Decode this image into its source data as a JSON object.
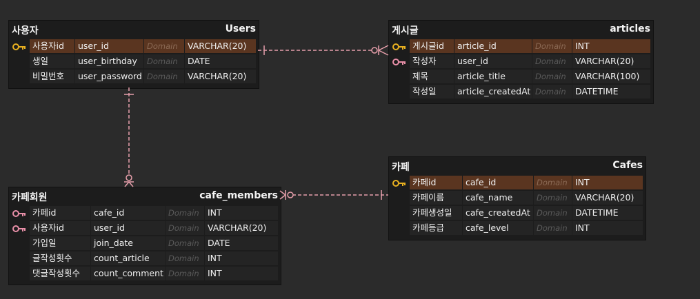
{
  "entities": {
    "users": {
      "logical_name": "사용자",
      "physical_name": "Users",
      "columns": [
        {
          "logical": "사용자id",
          "physical": "user_id",
          "domain": "Domain",
          "type": "VARCHAR(20)",
          "key": "pk"
        },
        {
          "logical": "생일",
          "physical": "user_birthday",
          "domain": "Domain",
          "type": "DATE",
          "key": ""
        },
        {
          "logical": "비밀번호",
          "physical": "user_password",
          "domain": "Domain",
          "type": "VARCHAR(20)",
          "key": ""
        }
      ]
    },
    "articles": {
      "logical_name": "게시글",
      "physical_name": "articles",
      "columns": [
        {
          "logical": "게시글id",
          "physical": "article_id",
          "domain": "Domain",
          "type": "INT",
          "key": "pk"
        },
        {
          "logical": "작성자",
          "physical": "user_id",
          "domain": "Domain",
          "type": "VARCHAR(20)",
          "key": "fk"
        },
        {
          "logical": "제목",
          "physical": "article_title",
          "domain": "Domain",
          "type": "VARCHAR(100)",
          "key": ""
        },
        {
          "logical": "작성일",
          "physical": "article_createdAt",
          "domain": "Domain",
          "type": "DATETIME",
          "key": ""
        }
      ]
    },
    "cafes": {
      "logical_name": "카페",
      "physical_name": "Cafes",
      "columns": [
        {
          "logical": "카페id",
          "physical": "cafe_id",
          "domain": "Domain",
          "type": "INT",
          "key": "pk"
        },
        {
          "logical": "카페이름",
          "physical": "cafe_name",
          "domain": "Domain",
          "type": "VARCHAR(20)",
          "key": ""
        },
        {
          "logical": "카페생성일",
          "physical": "cafe_createdAt",
          "domain": "Domain",
          "type": "DATETIME",
          "key": ""
        },
        {
          "logical": "카페등급",
          "physical": "cafe_level",
          "domain": "Domain",
          "type": "INT",
          "key": ""
        }
      ]
    },
    "cafe_members": {
      "logical_name": "카페회원",
      "physical_name": "cafe_members",
      "columns": [
        {
          "logical": "카페id",
          "physical": "cafe_id",
          "domain": "Domain",
          "type": "INT",
          "key": "fk"
        },
        {
          "logical": "사용자id",
          "physical": "user_id",
          "domain": "Domain",
          "type": "VARCHAR(20)",
          "key": "fk"
        },
        {
          "logical": "가입일",
          "physical": "join_date",
          "domain": "Domain",
          "type": "DATE",
          "key": ""
        },
        {
          "logical": "글작성횟수",
          "physical": "count_article",
          "domain": "Domain",
          "type": "INT",
          "key": ""
        },
        {
          "logical": "댓글작성횟수",
          "physical": "count_comment",
          "domain": "Domain",
          "type": "INT",
          "key": ""
        }
      ]
    }
  },
  "relationships": [
    {
      "from": "users",
      "to": "articles",
      "notation": "one-to-zero-or-many"
    },
    {
      "from": "users",
      "to": "cafe_members",
      "notation": "one-to-zero-or-many"
    },
    {
      "from": "cafes",
      "to": "cafe_members",
      "notation": "one-to-zero-or-many"
    }
  ],
  "colors": {
    "background": "#2b2b2b",
    "entity": "#1c1c1c",
    "pk_row": "#5a3520",
    "pk_key": "#e8b020",
    "fk_key": "#e88fa8",
    "relationship_line": "#e8a0ac"
  }
}
